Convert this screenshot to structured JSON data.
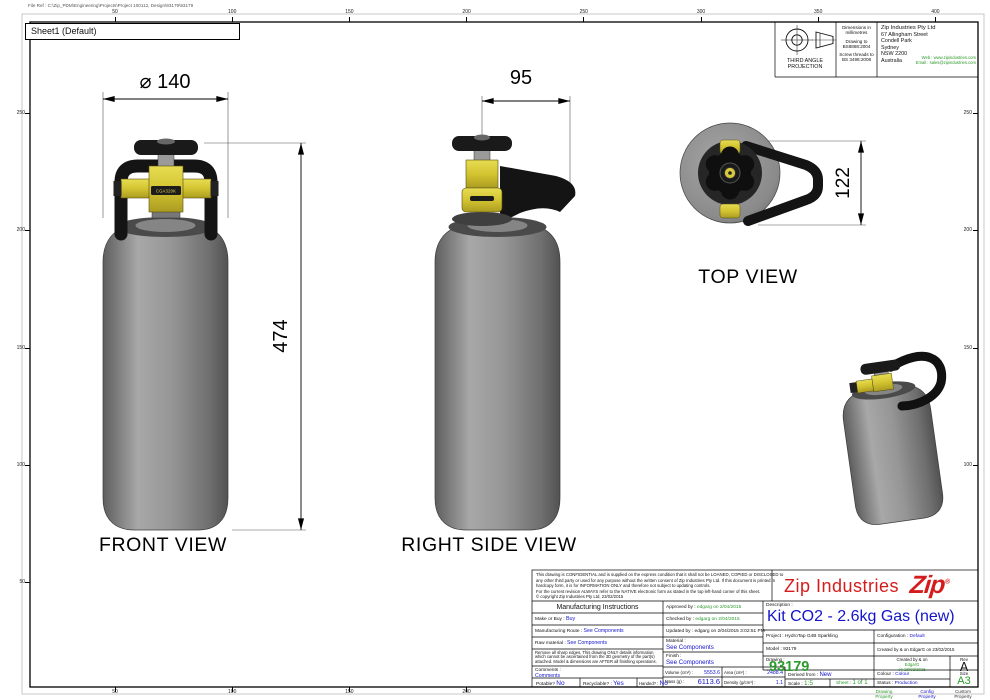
{
  "colors": {
    "blue": "#1414cc",
    "green": "#2c9a2c",
    "red": "#d41c1c",
    "yellow": "#d9c93a",
    "gray": "#8f8f8f"
  },
  "file_ref": "File Ref : C:\\Zip_PDM\\Engineering\\Projects\\Project 100112, Design\\93179\\93179",
  "sheet_tab": "Sheet1 (Default)",
  "rulers": {
    "top": [
      "50",
      "100",
      "150",
      "200",
      "250",
      "300",
      "350",
      "400"
    ],
    "bottom": [
      "50",
      "100",
      "150",
      "200"
    ],
    "left": [
      "250",
      "200",
      "150",
      "100",
      "50"
    ],
    "right": [
      "250",
      "200",
      "150",
      "100"
    ]
  },
  "projection": {
    "line1": "THIRD ANGLE",
    "line2": "PROJECTION"
  },
  "standards": [
    {
      "l1": "Dimensions in",
      "l2": "millimetres"
    },
    {
      "l1": "Drawing to",
      "l2": "BS8888:2004"
    },
    {
      "l1": "Screw threads to",
      "l2": "BS 3498:2008"
    }
  ],
  "company": {
    "name": "Zip Industries Pty Ltd",
    "address": [
      "67 Allingham Street",
      "Condell Park",
      "Sydney",
      "NSW 2200",
      "Australia"
    ],
    "web": "Web : www.zipindustries.com",
    "email": "Email : sales@zipindustries.com"
  },
  "views": {
    "front": {
      "label": "FRONT VIEW",
      "dia_text": "⌀ 140",
      "height": "474"
    },
    "side": {
      "label": "RIGHT SIDE VIEW",
      "width": "95"
    },
    "top": {
      "label": "TOP VIEW",
      "height": "122"
    },
    "valve_label": "CGA320K"
  },
  "titleblock": {
    "confidential": [
      "This drawing is CONFIDENTIAL and is supplied on the express condition that it shall not be LOANED, COPIED or DISCLOSED to",
      "any other third party or used for any purpose without the written consent of Zip Industries Pty Ltd. If this document is printed in",
      "hardcopy form, it is for INFORMATION ONLY and therefore not subject to updating controls.",
      "For the current revision ALWAYS refer to the NATIVE electronic form as stated in the top left-hand corner of this sheet.",
      "© copyright Zip Industries Pty Ltd, 23/02/2015"
    ],
    "brand": "Zip Industries",
    "logo": "Zip",
    "logo_reg": "®",
    "mi_header": "Manufacturing Instructions",
    "make_or_buy": {
      "label": "Make or Buy :",
      "value": "Buy"
    },
    "route": {
      "label": "Manufacturing Route :",
      "value": "See Components"
    },
    "raw_material": {
      "label": "Raw material :",
      "value": "See Components"
    },
    "note": "Remove all sharp edges. This drawing ONLY details information which cannot be ascertained from the 3D geometry of the part(s) attached. Model & dimensions are AFTER all finishing operations.",
    "comments": {
      "label": "Comments :",
      "value": "Comments"
    },
    "approved": {
      "label": "Approved by :",
      "value": "edgarg on 2/04/2015"
    },
    "checked": {
      "label": "Checked by :",
      "value": "edgarg on 2/04/2015"
    },
    "updated": {
      "label": "Updated by :",
      "value": "edgarg on 2/04/2015 3:02:51 PM"
    },
    "material": {
      "label": "Material :",
      "value": "See Components"
    },
    "finish": {
      "label": "Finish :",
      "value": "See Components"
    },
    "description": {
      "label": "Description :",
      "value": "Kit CO2 - 2.6kg Gas (new)"
    },
    "project": {
      "label": "Project :",
      "value": "HydroTap G4B Sparkling"
    },
    "configuration": {
      "label": "Configuration :",
      "value": "Default"
    },
    "model": {
      "label": "Model :",
      "value": "93179"
    },
    "created_top": {
      "label": "Created by & on",
      "value": "EdgarG on 23/02/2015"
    },
    "drawing": {
      "label": "Drawing :",
      "value": "93179"
    },
    "created_rev": {
      "label": "Created by & on",
      "value1": "EdgarG",
      "value2": "on 23/02/2015"
    },
    "rev": {
      "label": "Rev",
      "value": "A"
    },
    "derived": {
      "label": "Derived from :",
      "value": "New"
    },
    "colour": {
      "label": "Colour :",
      "value": "Colour"
    },
    "size": {
      "label": "Size",
      "value": "A3"
    },
    "scale": {
      "label": "Scale :",
      "value": "1:5"
    },
    "sheet": {
      "label": "Sheet :",
      "value": "1 of 1"
    },
    "status": {
      "label": "Status :",
      "value": "Production"
    },
    "volume": {
      "label": "Volume (cm³) :",
      "value": "5553.6"
    },
    "area": {
      "label": "Area (cm²) :",
      "value": "2488.4"
    },
    "mass": {
      "label": "Mass (g) :",
      "value": "6113.6"
    },
    "density": {
      "label": "Density (g/cm³) :",
      "value": "1.1"
    },
    "potable": {
      "label": "Potable?",
      "value": "No"
    },
    "recyclable": {
      "label": "Recyclable? :",
      "value": "Yes"
    },
    "handed": {
      "label": "Handed? :",
      "value": "No"
    },
    "legend": [
      {
        "text": "Drawing Property",
        "color": "#2c9a2c"
      },
      {
        "text": "Config Property",
        "color": "#1414cc"
      },
      {
        "text": "Custom Property",
        "color": "#333333"
      }
    ]
  }
}
